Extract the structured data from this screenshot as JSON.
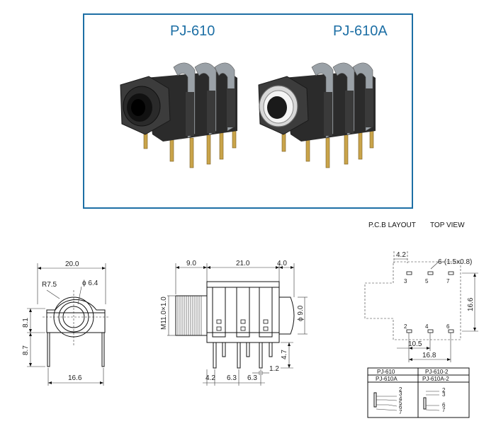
{
  "photo": {
    "label_left": "PJ-610",
    "label_right": "PJ-610A",
    "border_color": "#1d6fa5"
  },
  "pcb_header": {
    "layout_label": "P.C.B LAYOUT",
    "view_label": "TOP VIEW"
  },
  "front_view": {
    "width": "20.0",
    "radius": "R7.5",
    "hole": "ϕ 6.4",
    "height_upper": "8.1",
    "height_lower": "8.7",
    "pin_span": "16.6"
  },
  "side_view": {
    "dim_left": "9.0",
    "dim_mid": "21.0",
    "dim_right": "4.0",
    "thread": "M11.0×1.0",
    "diameter": "ϕ 9.0",
    "pin_height": "4.7",
    "pin_offset": "4.2",
    "pitch_1": "6.3",
    "pitch_2": "6.3",
    "pin_width": "1.2"
  },
  "pcb_layout": {
    "top_offset": "4.2",
    "pad_spec": "6-(1.5x0.8)",
    "pad_labels": [
      "3",
      "5",
      "7",
      "2",
      "4",
      "6"
    ],
    "height": "16.6",
    "span_inner": "10.5",
    "span_outer": "16.8"
  },
  "pin_table": {
    "row1": [
      "PJ-610",
      "PJ-610-2"
    ],
    "row2": [
      "PJ-610A",
      "PJ-610A-2"
    ],
    "left_pins": [
      "2",
      "3",
      "4",
      "5",
      "6",
      "7"
    ],
    "right_pins_top": [
      "2",
      "3"
    ],
    "right_pins_bottom": [
      "6",
      "7"
    ]
  }
}
